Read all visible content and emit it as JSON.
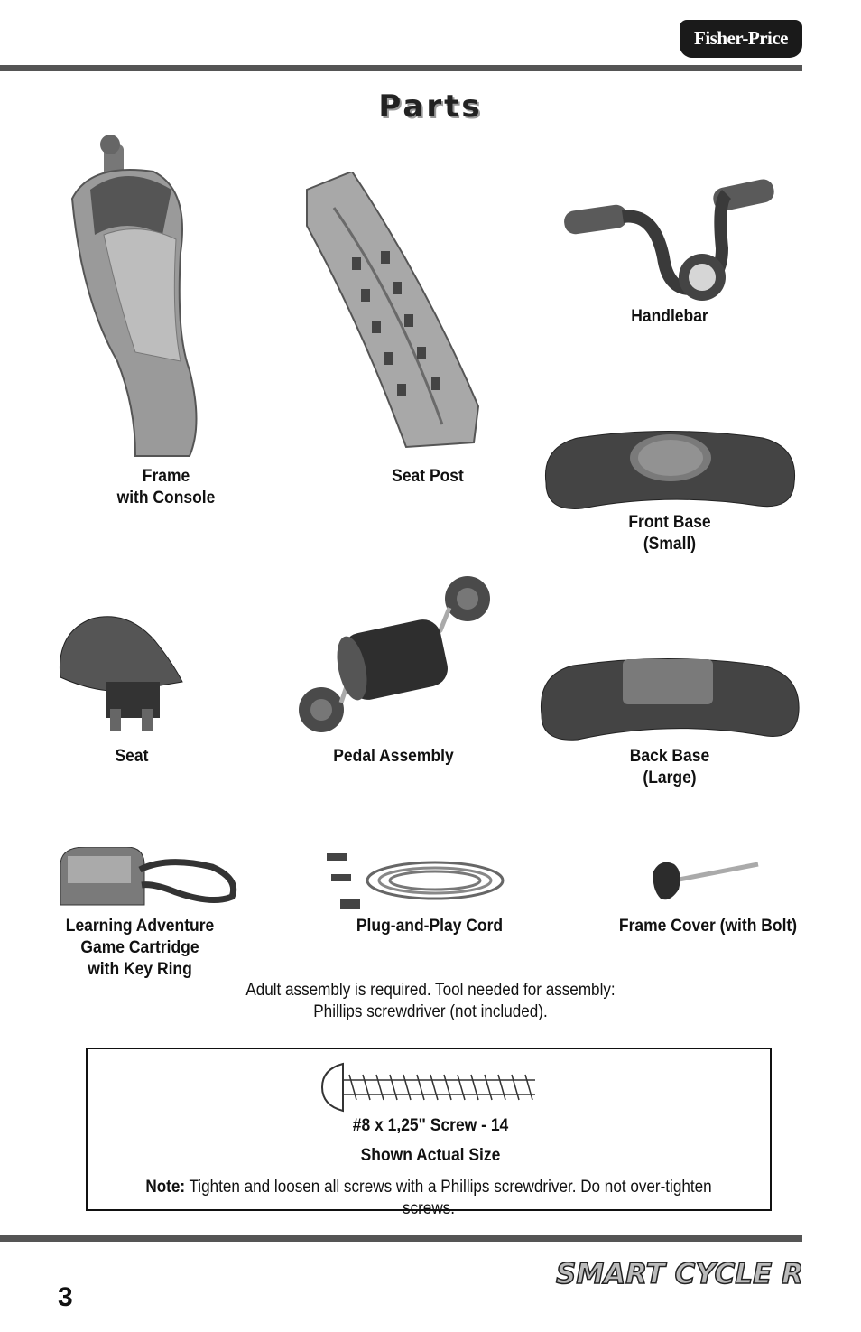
{
  "header": {
    "brand_logo": "Fisher-Price"
  },
  "title": "Parts",
  "parts": [
    {
      "line1": "Frame",
      "line2": "with Console"
    },
    {
      "line1": "Seat Post"
    },
    {
      "line1": "Handlebar"
    },
    {
      "line1": "Front Base",
      "line2": "(Small)"
    },
    {
      "line1": "Seat"
    },
    {
      "line1": "Pedal Assembly"
    },
    {
      "line1": "Back Base",
      "line2": "(Large)"
    },
    {
      "line1": "Learning Adventure",
      "line2": "Game Cartridge",
      "line3": "with Key Ring"
    },
    {
      "line1": "Plug-and-Play Cord"
    },
    {
      "line1": "Frame Cover (with Bolt)"
    }
  ],
  "assembly_note": {
    "line1": "Adult assembly is required. Tool needed for assembly:",
    "line2": "Phillips screwdriver (not included)."
  },
  "screw_box": {
    "screw_label": "#8 x 1,25\" Screw - 14",
    "size_label": "Shown Actual Size",
    "note_prefix": "Note:",
    "note_text": " Tighten and loosen all screws with a Phillips screwdriver. Do not over-tighten screws."
  },
  "footer": {
    "page_number": "3",
    "product_logo": "SMART CYCLE Racer"
  }
}
